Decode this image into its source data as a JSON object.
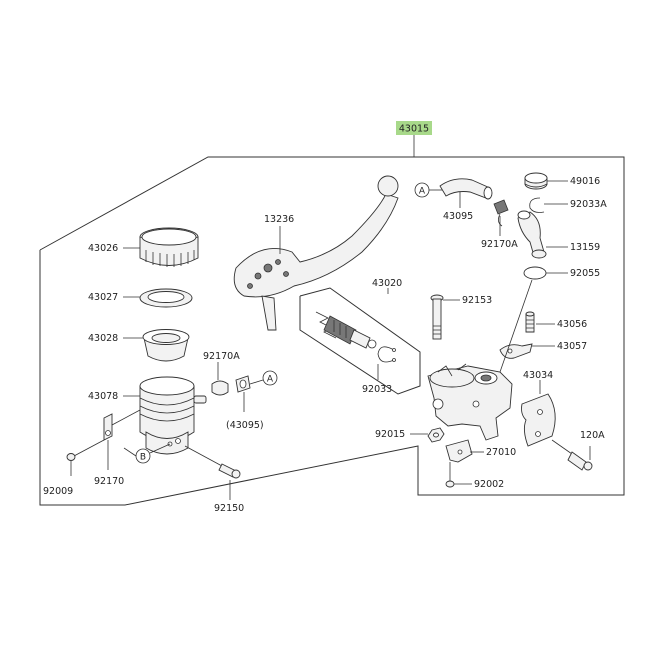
{
  "assembly_label": "43015",
  "assembly_label_color": "#a8d98a",
  "parts": {
    "p43026": "43026",
    "p43027": "43027",
    "p43028": "43028",
    "p43078": "43078",
    "p92009": "92009",
    "p92170": "92170",
    "p92150": "92150",
    "p92170A_left": "92170A",
    "p43095_ref": "(43095)",
    "p13236": "13236",
    "p43020": "43020",
    "p92033": "92033",
    "p92153": "92153",
    "p92015": "92015",
    "p27010": "27010",
    "p92002": "92002",
    "p43034": "43034",
    "p120A": "120A",
    "p43056": "43056",
    "p43057": "43057",
    "p92055": "92055",
    "p13159": "13159",
    "p92033A": "92033A",
    "p49016": "49016",
    "p43095": "43095",
    "p92170A_right": "92170A"
  },
  "callouts": {
    "A_top": "A",
    "A_left": "A",
    "B": "B"
  }
}
